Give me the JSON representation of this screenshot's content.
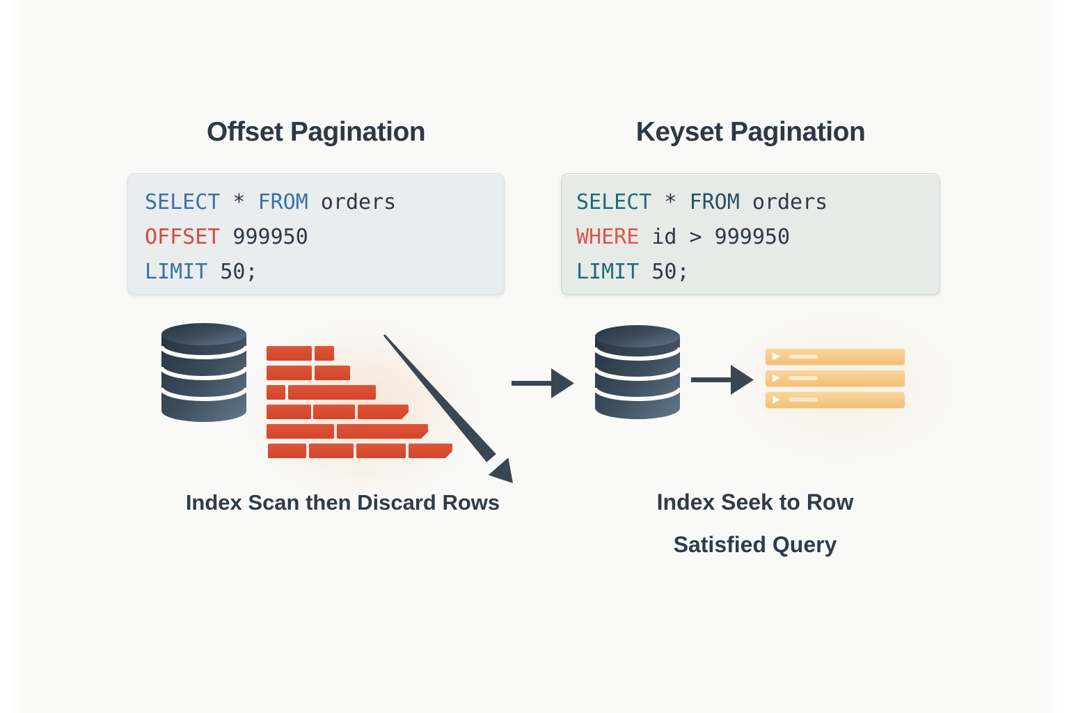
{
  "left_panel": {
    "title": "Offset Pagination",
    "code_lines": [
      {
        "tokens": [
          {
            "text": "SELECT",
            "style": "kw-blue"
          },
          {
            "text": " * ",
            "style": "plain-dark"
          },
          {
            "text": "FROM",
            "style": "kw-blue"
          },
          {
            "text": " orders",
            "style": "plain-dark"
          }
        ]
      },
      {
        "tokens": [
          {
            "text": "OFFSET",
            "style": "kw-red"
          },
          {
            "text": " 999950",
            "style": "plain-dark"
          }
        ]
      },
      {
        "tokens": [
          {
            "text": "LIMIT",
            "style": "kw-blue"
          },
          {
            "text": " 50;",
            "style": "plain-dark"
          }
        ]
      }
    ],
    "caption": "Index Scan then Discard Rows",
    "icons": [
      "database-icon",
      "brick-wall-icon",
      "declining-arrow-icon"
    ]
  },
  "right_panel": {
    "title": "Keyset Pagination",
    "code_lines": [
      {
        "tokens": [
          {
            "text": "SELECT",
            "style": "kw-teal"
          },
          {
            "text": " * ",
            "style": "plain-dark"
          },
          {
            "text": "FROM",
            "style": "kw-teal-dark"
          },
          {
            "text": " orders",
            "style": "plain-dark"
          }
        ]
      },
      {
        "tokens": [
          {
            "text": "WHERE",
            "style": "kw-red-light"
          },
          {
            "text": " id > 999950",
            "style": "plain-dark"
          }
        ]
      },
      {
        "tokens": [
          {
            "text": "LIMIT",
            "style": "kw-teal"
          },
          {
            "text": " 50;",
            "style": "plain-dark"
          }
        ]
      }
    ],
    "caption_line1": "Index Seek to Row",
    "caption_line2": "Satisfied Query",
    "icons": [
      "right-arrow-icon",
      "database-icon",
      "right-arrow-icon",
      "result-rows-icon"
    ]
  },
  "colors": {
    "background": "#f9f9f8",
    "title_text": "#2d3845",
    "code_dark": "#2c3947",
    "keyword_blue": "#3a72a6",
    "keyword_teal": "#1f6a7d",
    "keyword_teal_dark": "#2b5068",
    "keyword_red": "#d5493f",
    "keyword_red_light": "#e0564c",
    "code_bg_left": "#e9edee",
    "code_bg_right": "#e7ebe7",
    "arrow": "#3b4653",
    "brick": "#d84c31",
    "database_dark": "#2a3644",
    "database_light": "#5d7184",
    "result_row_orange": "#f5c782"
  }
}
